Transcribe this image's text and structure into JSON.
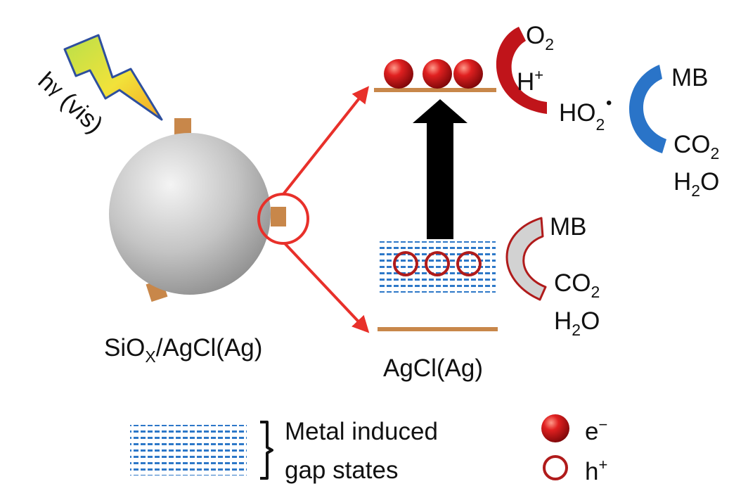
{
  "light": {
    "label_h": "h",
    "label_gamma": "γ",
    "label_vis": " (vis)",
    "color_bolt": "#d7e33a"
  },
  "particle": {
    "label_main": "SiO",
    "label_sub": "X",
    "label_tail": "/AgCl(Ag)",
    "sphere_color": "#b8b8b8",
    "attachment_color": "#c8874a"
  },
  "band": {
    "label": "AgCl(Ag)",
    "level_color": "#c8874a",
    "arrow_color": "#000000",
    "zoom_color": "#e8302a",
    "gap_color": "#2d78c8",
    "electron_color": "#c0141a",
    "hole_color": "#b01b1b"
  },
  "reduction": {
    "o2_main": "O",
    "o2_sub": "2",
    "h_main": "H",
    "h_sup": "+",
    "ho2_main": "HO",
    "ho2_sub": "2",
    "ho2_dot": "•",
    "cup_color": "#c0141a"
  },
  "degradation_top": {
    "mb": "MB",
    "co2_main": "CO",
    "co2_sub": "2",
    "h2o_h": "H",
    "h2o_sub": "2",
    "h2o_o": "O",
    "cup_color": "#2a74c8"
  },
  "degradation_bottom": {
    "mb": "MB",
    "co2_main": "CO",
    "co2_sub": "2",
    "h2o_h": "H",
    "h2o_sub": "2",
    "h2o_o": "O",
    "cup_fill": "#d2d2d2",
    "cup_outline": "#b01b1b"
  },
  "legend": {
    "gap_line1": "Metal induced",
    "gap_line2": "gap states",
    "electron_main": "e",
    "electron_sup": "−",
    "hole_main": "h",
    "hole_sup": "+"
  }
}
